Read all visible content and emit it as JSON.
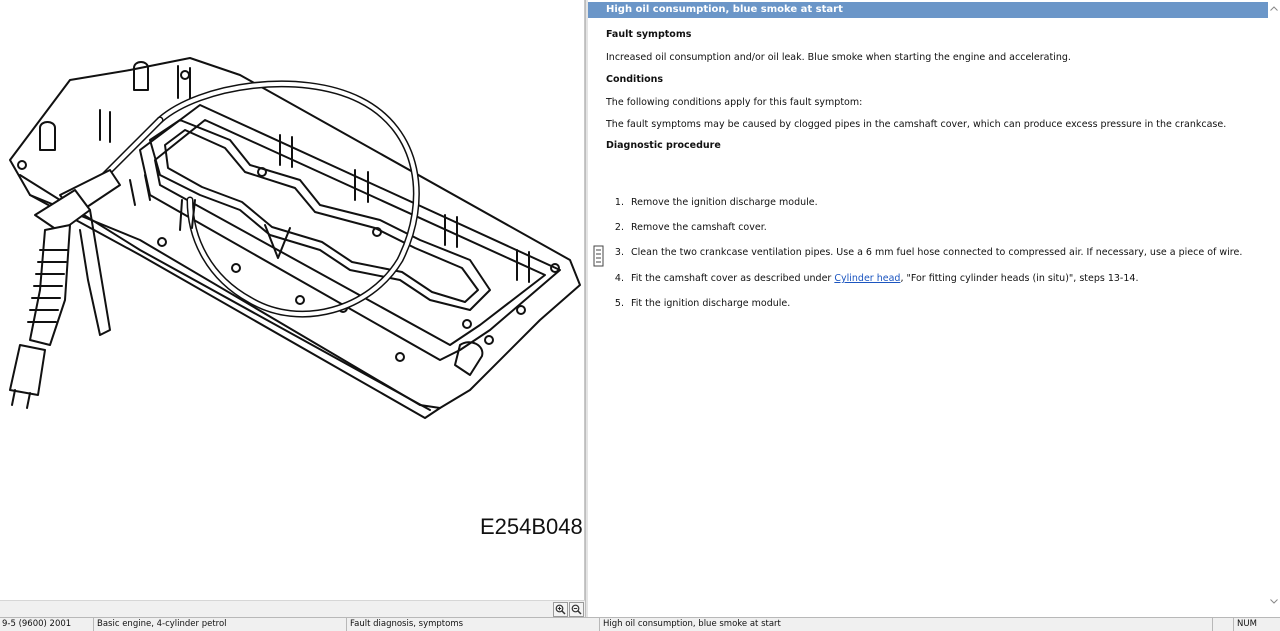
{
  "illustration": {
    "figure_code": "E254B048"
  },
  "article": {
    "title": "High oil consumption, blue smoke at start",
    "fault_symptoms_heading": "Fault symptoms",
    "fault_symptoms_text": "Increased oil consumption and/or oil leak. Blue smoke when starting the engine and accelerating.",
    "conditions_heading": "Conditions",
    "conditions_intro": "The following conditions apply for this fault symptom:",
    "conditions_text": "The fault symptoms may be caused by clogged pipes in the camshaft cover, which can produce excess pressure in the crankcase.",
    "diagnostic_heading": "Diagnostic procedure",
    "steps": [
      {
        "num": "1.",
        "text": "Remove the ignition discharge module."
      },
      {
        "num": "2.",
        "text": "Remove the camshaft cover."
      },
      {
        "num": "3.",
        "text": "Clean the two crankcase ventilation pipes. Use a 6 mm fuel hose connected to compressed air. If necessary, use a piece of wire."
      },
      {
        "num": "4.",
        "text_before": "Fit the camshaft cover as described under ",
        "link": "Cylinder head",
        "text_after": ", \"For fitting cylinder heads (in situ)\", steps 13-14."
      },
      {
        "num": "5.",
        "text": "Fit the ignition discharge module."
      }
    ]
  },
  "status_bar": {
    "model": "9-5 (9600) 2001",
    "group": "Basic engine, 4-cylinder petrol",
    "section": "Fault diagnosis, symptoms",
    "document": "High oil consumption, blue smoke at start",
    "num_lock": "NUM"
  },
  "icons": {
    "zoom_in": "zoom-in-icon",
    "zoom_out": "zoom-out-icon",
    "margin_marker": "margin-note-icon"
  },
  "colors": {
    "title_bar": "#6b96c8",
    "link": "#1b55c0"
  }
}
